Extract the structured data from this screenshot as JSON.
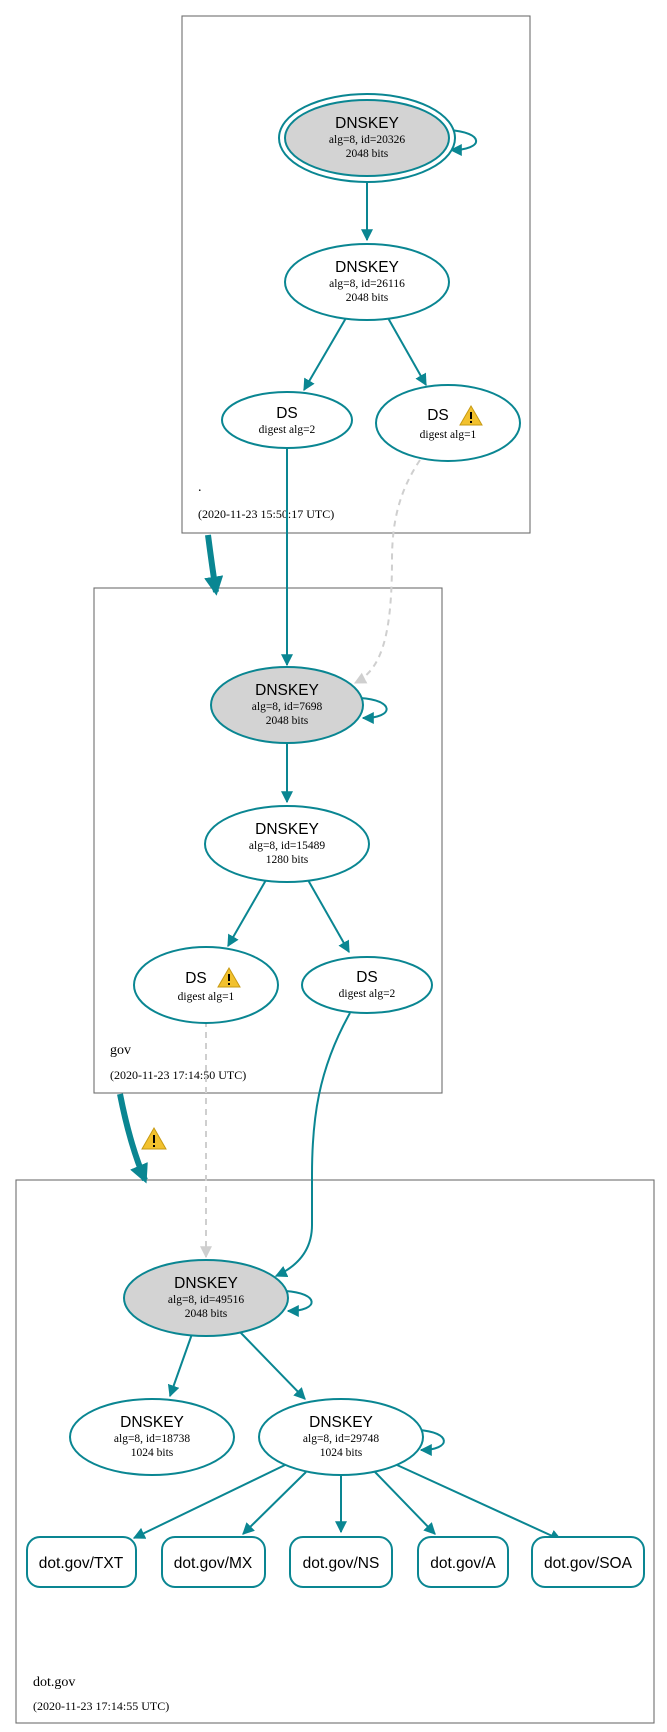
{
  "zones": {
    "root": {
      "name": ".",
      "timestamp": "(2020-11-23 15:50:17 UTC)"
    },
    "gov": {
      "name": "gov",
      "timestamp": "(2020-11-23 17:14:50 UTC)"
    },
    "dotgov": {
      "name": "dot.gov",
      "timestamp": "(2020-11-23 17:14:55 UTC)"
    }
  },
  "nodes": {
    "root_ksk": {
      "title": "DNSKEY",
      "l1": "alg=8, id=20326",
      "l2": "2048 bits"
    },
    "root_zsk": {
      "title": "DNSKEY",
      "l1": "alg=8, id=26116",
      "l2": "2048 bits"
    },
    "gov_ds2": {
      "title": "DS",
      "l1": "digest alg=2"
    },
    "gov_ds1": {
      "title": "DS",
      "l1": "digest alg=1"
    },
    "gov_ksk": {
      "title": "DNSKEY",
      "l1": "alg=8, id=7698",
      "l2": "2048 bits"
    },
    "gov_zsk": {
      "title": "DNSKEY",
      "l1": "alg=8, id=15489",
      "l2": "1280 bits"
    },
    "dot_ds1": {
      "title": "DS",
      "l1": "digest alg=1"
    },
    "dot_ds2": {
      "title": "DS",
      "l1": "digest alg=2"
    },
    "dot_ksk": {
      "title": "DNSKEY",
      "l1": "alg=8, id=49516",
      "l2": "2048 bits"
    },
    "dot_key18738": {
      "title": "DNSKEY",
      "l1": "alg=8, id=18738",
      "l2": "1024 bits"
    },
    "dot_zsk": {
      "title": "DNSKEY",
      "l1": "alg=8, id=29748",
      "l2": "1024 bits"
    }
  },
  "rrsets": [
    "dot.gov/TXT",
    "dot.gov/MX",
    "dot.gov/NS",
    "dot.gov/A",
    "dot.gov/SOA"
  ],
  "colors": {
    "secure": "#0a8692",
    "bogus_edge": "#cfcfcf",
    "sep_fill": "#d3d3d3",
    "warning": "#f2c12e"
  },
  "icons": {
    "warning": "warning-icon"
  }
}
